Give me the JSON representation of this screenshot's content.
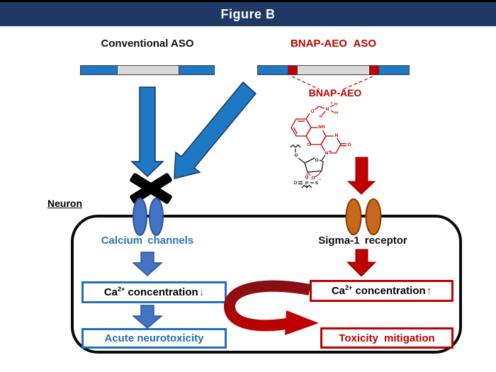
{
  "banner": {
    "title": "Figure B"
  },
  "top": {
    "conventional_label": "Conventional ASO",
    "bnap_aso_label": "BNAP-AEO ASO",
    "moiety_label": "BNAP-AEO"
  },
  "neuron": {
    "label": "Neuron"
  },
  "left_pathway": {
    "channel_label": "Calcium channels",
    "ca_box": {
      "prefix": "Ca",
      "sup": "2+",
      "text": " concentration",
      "arrow": "↓"
    },
    "outcome": "Acute neurotoxicity"
  },
  "right_pathway": {
    "receptor_label": "Sigma-1 receptor",
    "ca_box": {
      "prefix": "Ca",
      "sup": "2+",
      "text": " concentration",
      "arrow": "↑"
    },
    "outcome": "Toxicity mitigation"
  },
  "chem_structure": {
    "atoms": {
      "o_chain": "O",
      "n_amine": "N",
      "plus": "+",
      "h1": "H",
      "h2": "H",
      "h3": "H",
      "nh": "NH",
      "n_ring1": "N",
      "n_ring2": "N",
      "o_carbonyl": "O",
      "o_ring": "O",
      "o_sugar": "O",
      "o_linker": "O",
      "o_red": "O",
      "o_phos": "O",
      "o_dbl": "O",
      "p": "P",
      "s": "S",
      "minus": "−"
    }
  },
  "colors": {
    "banner_navy": "#1F3864",
    "aso_blue": "#1E78C4",
    "slate_blue": "#4472C4",
    "dark_red": "#C00000",
    "curved_arrow_dark": "#811114",
    "orange_receptor": "#C9671F",
    "gray_segment": "#D9D9D9",
    "blue_border": "#1F6FC0",
    "blue_text": "#2E74B5"
  }
}
